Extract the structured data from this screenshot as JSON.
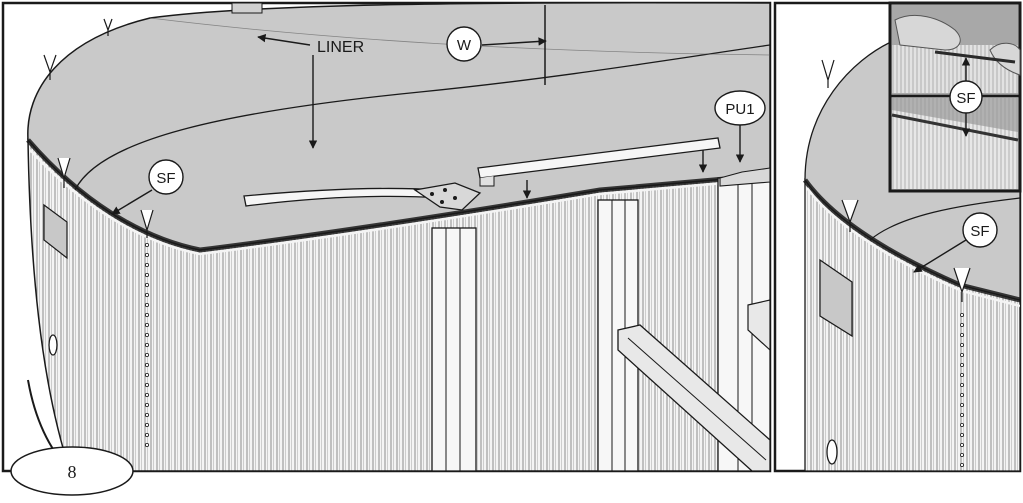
{
  "labels": {
    "liner": "LINER",
    "w": "W",
    "pu1": "PU1",
    "sf_main": "SF",
    "sf_detail": "SF",
    "sf_inset": "SF"
  },
  "page_number": "8",
  "colors": {
    "liner_fill": "#c9c9c9",
    "wall_fill": "#f2f2f2",
    "rib_line": "#8a8a8a",
    "outline": "#1a1a1a",
    "inset_photo": "#b5b5b5"
  },
  "icons": {
    "clothespin": "clothespin-icon",
    "arrow": "arrow-icon"
  }
}
